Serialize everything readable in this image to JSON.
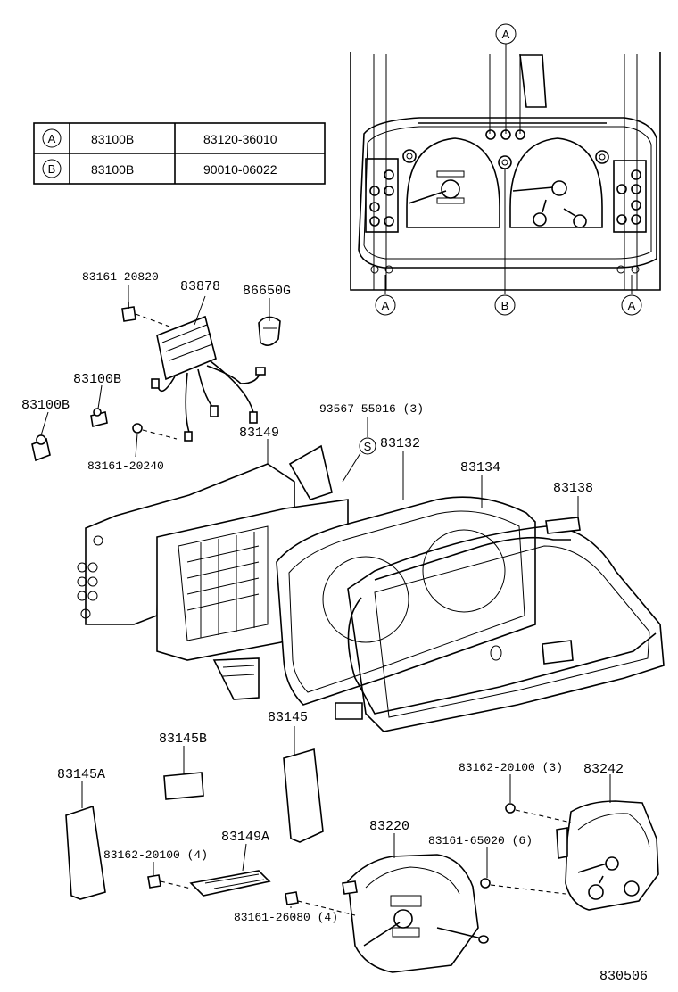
{
  "legend_table": {
    "rows": [
      {
        "mark": "A",
        "part": "83100B",
        "number": "83120-36010"
      },
      {
        "mark": "B",
        "part": "83100B",
        "number": "90010-06022"
      }
    ]
  },
  "detail_view": {
    "markers": [
      "A",
      "A",
      "B",
      "A"
    ]
  },
  "part_labels": {
    "p83161_20820": "83161-20820",
    "p83878": "83878",
    "p86650G": "86650G",
    "p83100B_a": "83100B",
    "p83100B_b": "83100B",
    "p83161_20240": "83161-20240",
    "p93567_55016": "93567-55016 (3)",
    "s_mark": "S",
    "p83149": "83149",
    "p83132": "83132",
    "p83134": "83134",
    "p83138": "83138",
    "p83145": "83145",
    "p83145B": "83145B",
    "p83145A": "83145A",
    "p83162_20100_3": "83162-20100 (3)",
    "p83242": "83242",
    "p83220": "83220",
    "p83161_65020": "83161-65020 (6)",
    "p83149A": "83149A",
    "p83162_20100_4": "83162-20100 (4)",
    "p83161_26080": "83161-26080 (4)"
  },
  "diagram_code": "830506"
}
